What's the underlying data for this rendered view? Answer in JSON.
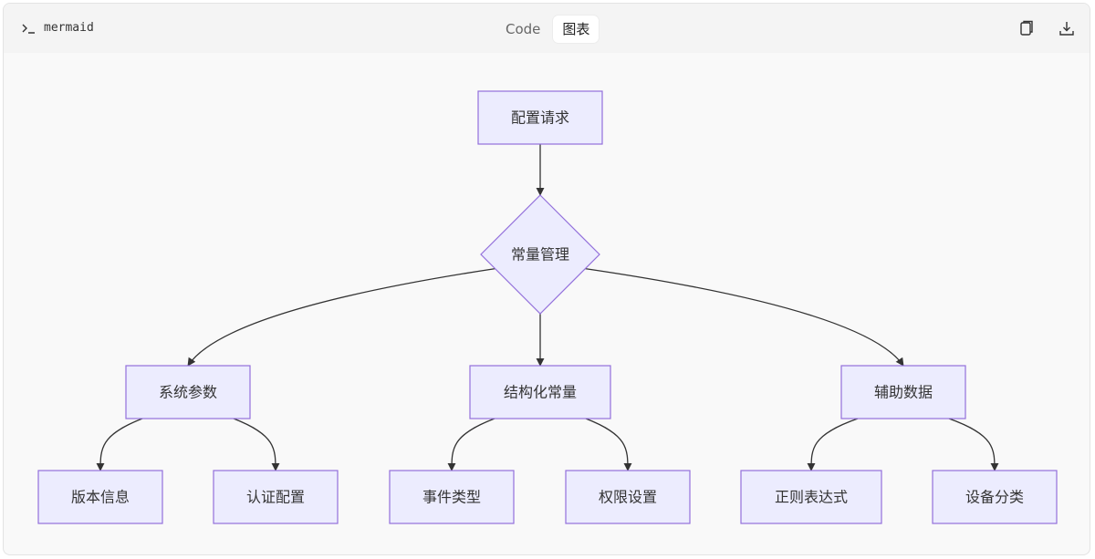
{
  "header": {
    "language": "mermaid",
    "tabs": [
      {
        "label": "Code",
        "active": false
      },
      {
        "label": "图表",
        "active": true
      }
    ],
    "actions": [
      {
        "icon": "copy-icon"
      },
      {
        "icon": "download-icon"
      }
    ]
  },
  "diagram": {
    "type": "flowchart",
    "direction": "TD",
    "nodes": [
      {
        "id": "A",
        "label": "配置请求",
        "shape": "rect"
      },
      {
        "id": "B",
        "label": "常量管理",
        "shape": "diamond"
      },
      {
        "id": "C",
        "label": "系统参数",
        "shape": "rect"
      },
      {
        "id": "D",
        "label": "结构化常量",
        "shape": "rect"
      },
      {
        "id": "E",
        "label": "辅助数据",
        "shape": "rect"
      },
      {
        "id": "F",
        "label": "版本信息",
        "shape": "rect"
      },
      {
        "id": "G",
        "label": "认证配置",
        "shape": "rect"
      },
      {
        "id": "H",
        "label": "事件类型",
        "shape": "rect"
      },
      {
        "id": "I",
        "label": "权限设置",
        "shape": "rect"
      },
      {
        "id": "J",
        "label": "正则表达式",
        "shape": "rect"
      },
      {
        "id": "K",
        "label": "设备分类",
        "shape": "rect"
      }
    ],
    "edges": [
      {
        "from": "A",
        "to": "B"
      },
      {
        "from": "B",
        "to": "C"
      },
      {
        "from": "B",
        "to": "D"
      },
      {
        "from": "B",
        "to": "E"
      },
      {
        "from": "C",
        "to": "F"
      },
      {
        "from": "C",
        "to": "G"
      },
      {
        "from": "D",
        "to": "H"
      },
      {
        "from": "D",
        "to": "I"
      },
      {
        "from": "E",
        "to": "J"
      },
      {
        "from": "E",
        "to": "K"
      }
    ],
    "colors": {
      "node_fill": "#ececfe",
      "node_stroke": "#9370db",
      "edge": "#333333"
    }
  }
}
